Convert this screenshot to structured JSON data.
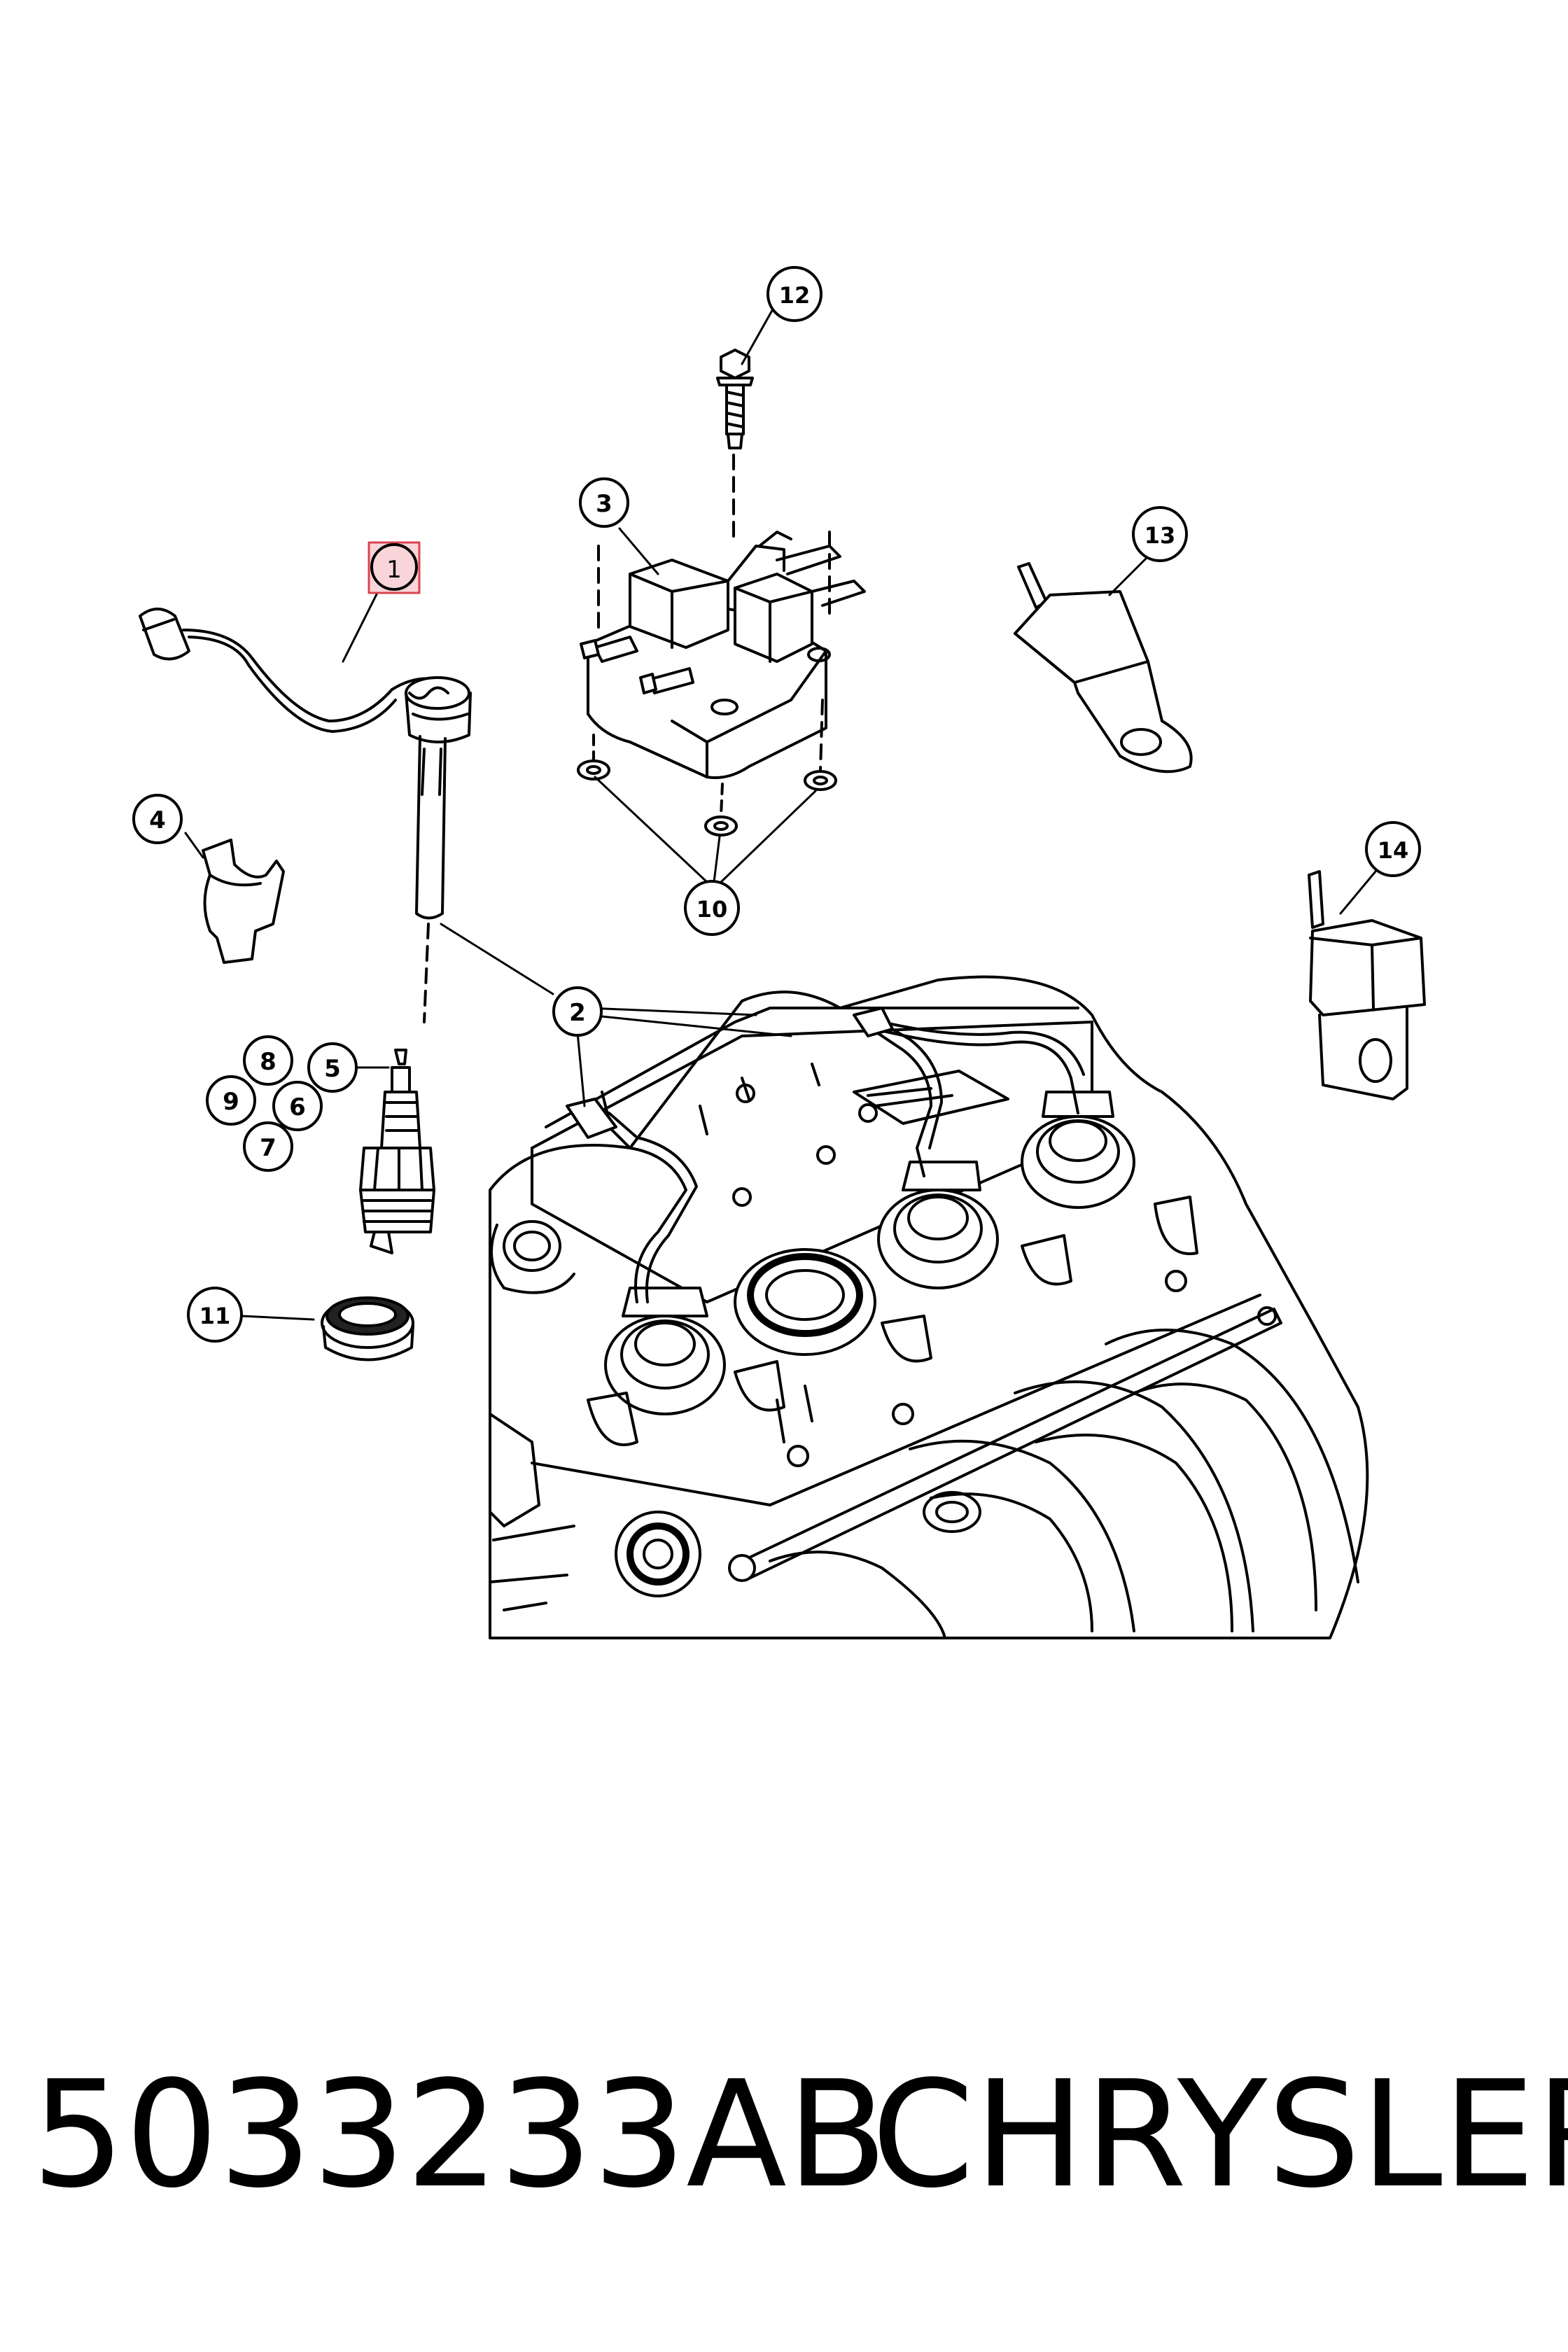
{
  "diagram": {
    "callouts": [
      "1",
      "2",
      "3",
      "4",
      "5",
      "6",
      "7",
      "8",
      "9",
      "10",
      "11",
      "12",
      "13",
      "14"
    ],
    "highlighted_callout": "1",
    "highlight_color": "#d9434f"
  },
  "footer": {
    "part_number": "5033233AB",
    "brand": "CHRYSLER"
  }
}
